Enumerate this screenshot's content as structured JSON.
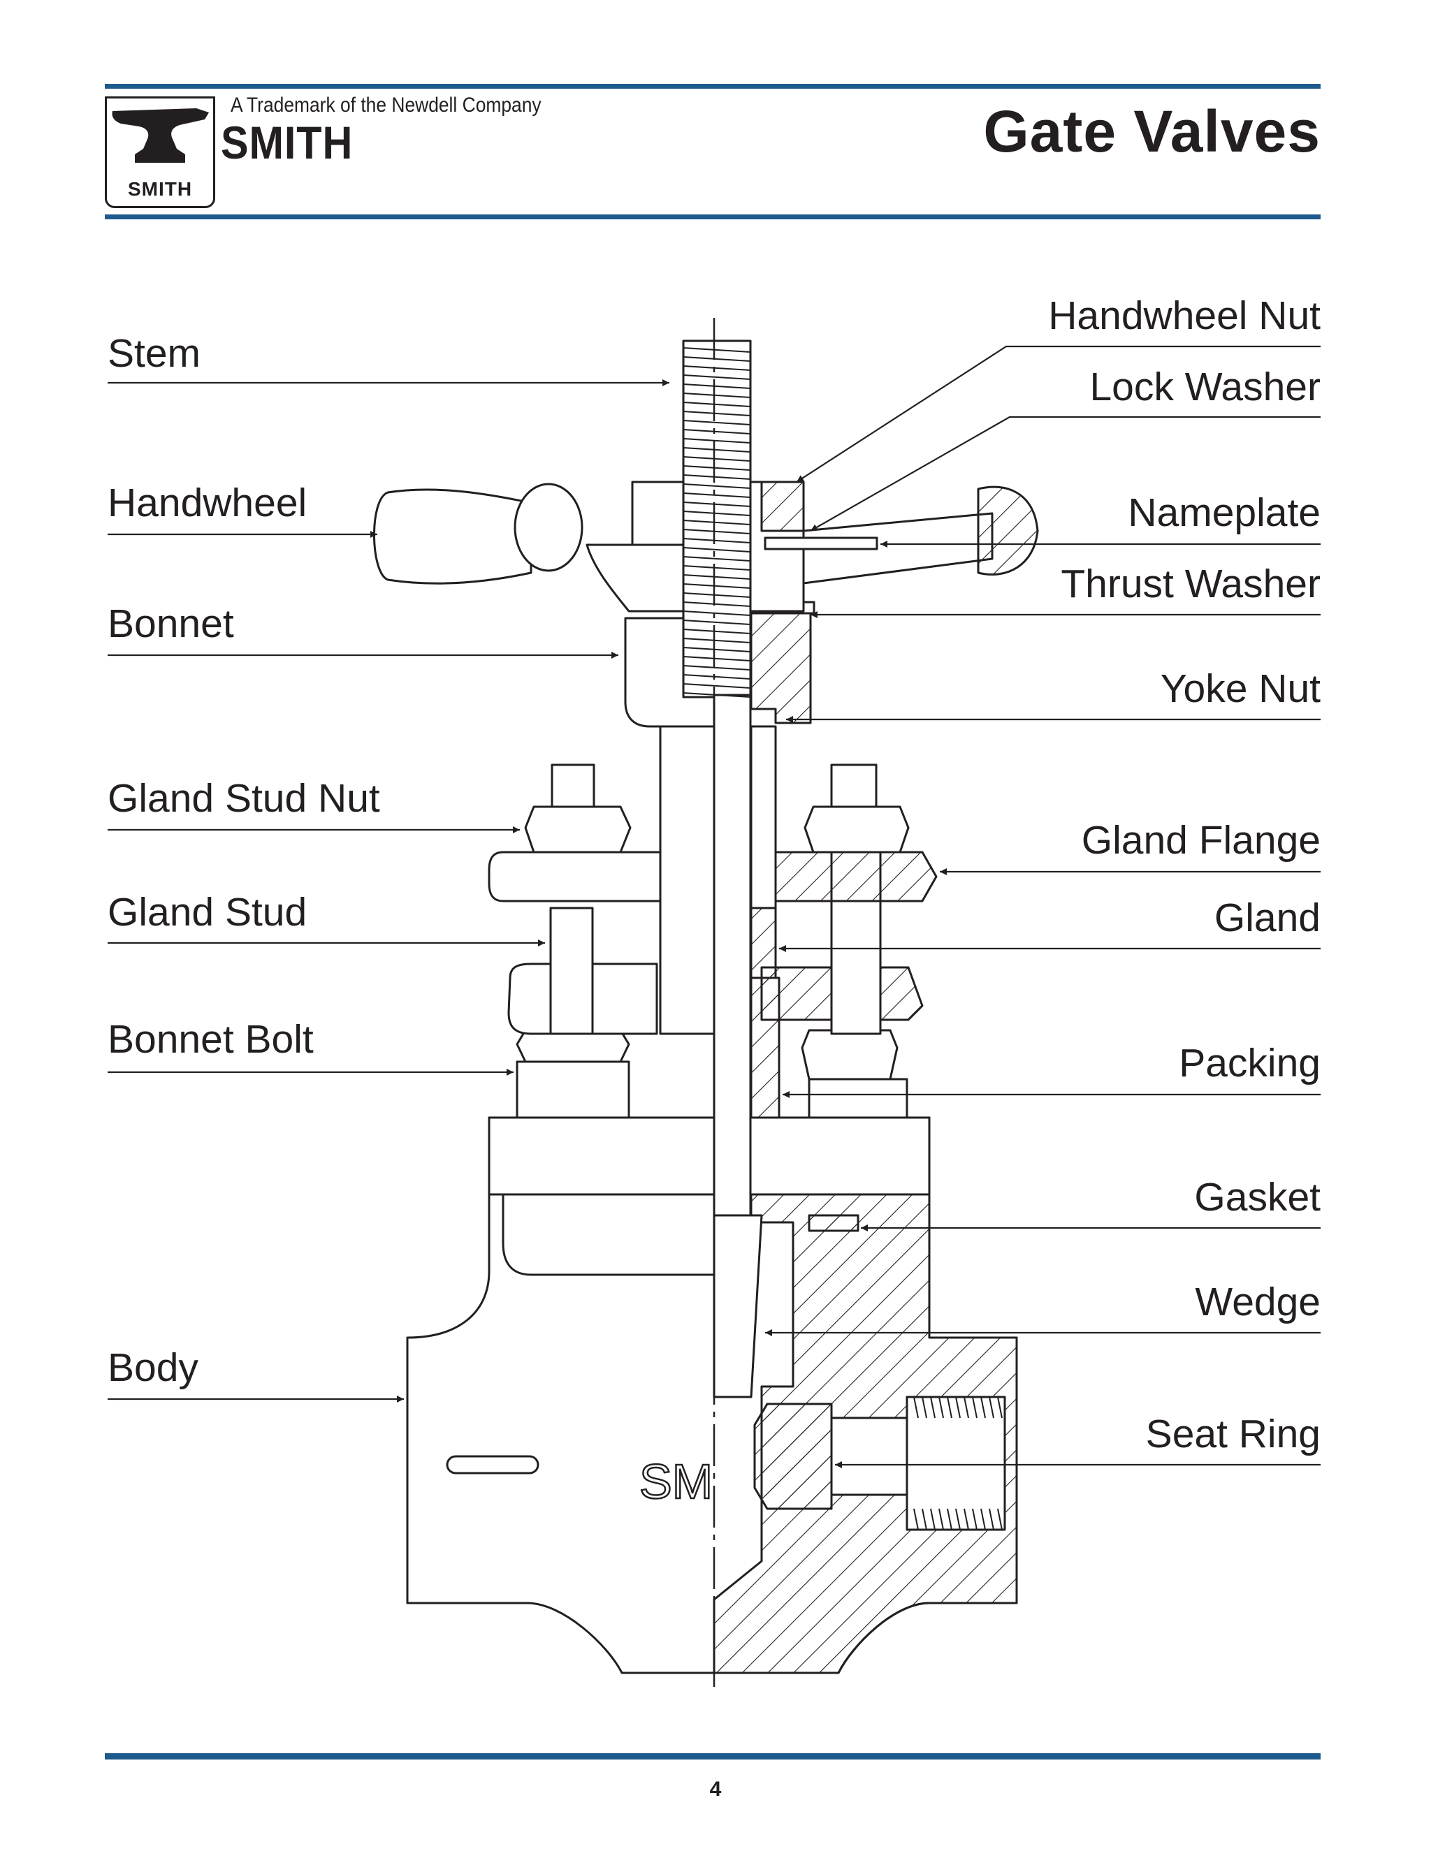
{
  "header": {
    "trademark": "A Trademark of the Newdell Company",
    "brand": "SMITH",
    "logo_text": "SMITH",
    "logo_icon": "anvil-icon",
    "title": "Gate Valves"
  },
  "labels_left": [
    "Stem",
    "Handwheel",
    "Bonnet",
    "Gland Stud Nut",
    "Gland Stud",
    "Bonnet Bolt",
    "Body"
  ],
  "labels_right": [
    "Handwheel Nut",
    "Lock Washer",
    "Nameplate",
    "Thrust Washer",
    "Yoke Nut",
    "Gland Flange",
    "Gland",
    "Packing",
    "Gasket",
    "Wedge",
    "Seat Ring"
  ],
  "body_stamp": "SM",
  "footer": {
    "page_number": "4"
  },
  "colors": {
    "accent": "#1d5a8e",
    "ink": "#231f20",
    "fill": "#ffffff"
  }
}
